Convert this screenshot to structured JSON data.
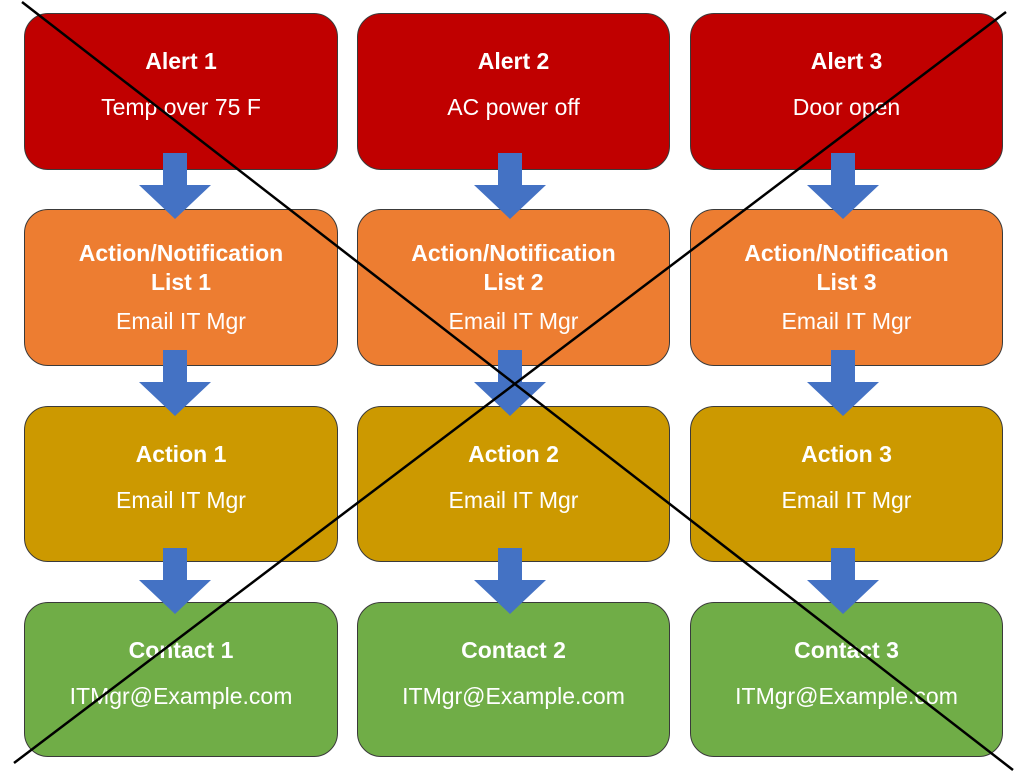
{
  "colors": {
    "alert": "#C00000",
    "notification": "#ED7D31",
    "action": "#CC9900",
    "contact": "#70AD47",
    "arrow": "#4472C4",
    "cross": "#000000"
  },
  "columns": [
    {
      "alert": {
        "title": "Alert 1",
        "detail": "Temp over 75 F"
      },
      "notification": {
        "title": "Action/Notification\nList 1",
        "detail": "Email IT Mgr"
      },
      "action": {
        "title": "Action 1",
        "detail": "Email IT Mgr"
      },
      "contact": {
        "title": "Contact 1",
        "detail": "ITMgr@Example.com"
      }
    },
    {
      "alert": {
        "title": "Alert 2",
        "detail": "AC power off"
      },
      "notification": {
        "title": "Action/Notification\nList 2",
        "detail": "Email IT Mgr"
      },
      "action": {
        "title": "Action 2",
        "detail": "Email IT Mgr"
      },
      "contact": {
        "title": "Contact 2",
        "detail": "ITMgr@Example.com"
      }
    },
    {
      "alert": {
        "title": "Alert 3",
        "detail": "Door open"
      },
      "notification": {
        "title": "Action/Notification\nList 3",
        "detail": "Email IT Mgr"
      },
      "action": {
        "title": "Action 3",
        "detail": "Email IT Mgr"
      },
      "contact": {
        "title": "Contact 3",
        "detail": "ITMgr@Example.com"
      }
    }
  ]
}
